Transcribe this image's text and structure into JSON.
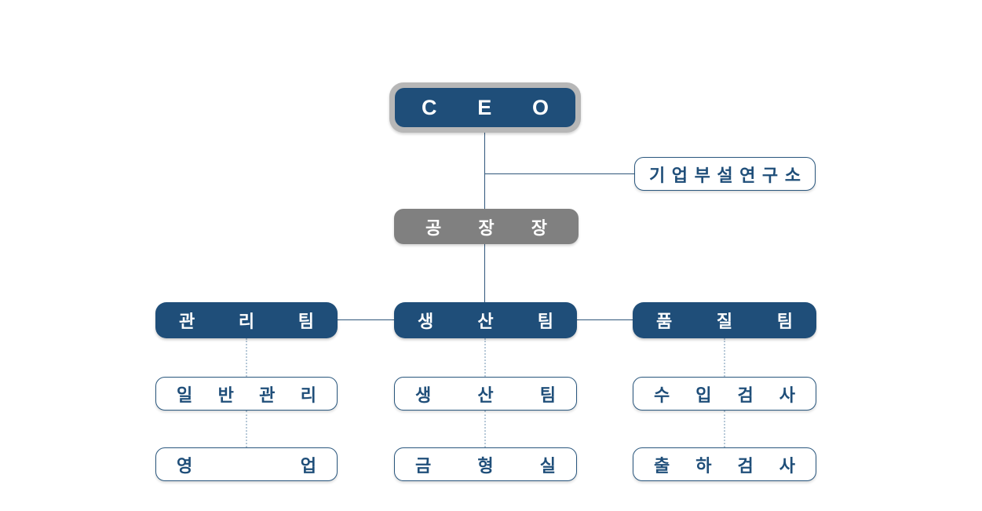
{
  "palette": {
    "navy_fill": "#1f4e79",
    "ceo_ring_gray": "#b7b7b7",
    "factory_gray": "#808080",
    "outline_box_border": "#2a577e",
    "text_on_dark": "#ffffff",
    "text_navy": "#1f4e79",
    "solid_connector": "#2f567a",
    "dotted_connector": "#b7c9d8",
    "background": "#ffffff"
  },
  "org_chart": {
    "ceo": {
      "label": "CEO"
    },
    "research_institute": {
      "label": "기업부설연구소"
    },
    "factory_manager": {
      "label": "공장장"
    },
    "teams": [
      {
        "label": "관리팀",
        "children": [
          "일반관리",
          "영업"
        ]
      },
      {
        "label": "생산팀",
        "children": [
          "생산팀",
          "금형실"
        ]
      },
      {
        "label": "품질팀",
        "children": [
          "수입검사",
          "출하검사"
        ]
      }
    ]
  }
}
